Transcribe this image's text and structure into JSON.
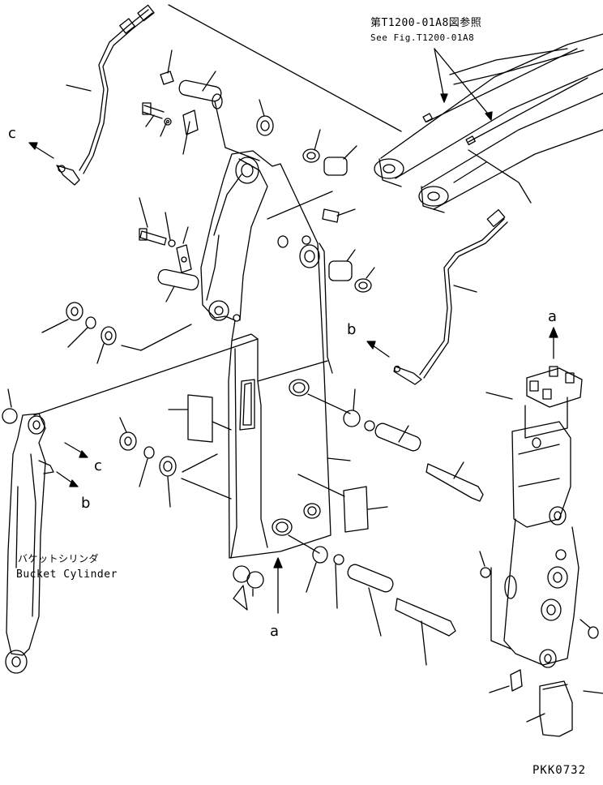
{
  "reference": {
    "japanese": "第T1200-01A8図参照",
    "english": "See Fig.T1200-01A8"
  },
  "cylinder_label": {
    "japanese": "バケットシリンダ",
    "english": "Bucket Cylinder"
  },
  "view_markers": {
    "c_left": "c",
    "b_mid": "b",
    "a_top": "a",
    "c_cyl": "c",
    "b_cyl": "b",
    "a_bottom": "a"
  },
  "drawing_code": "PKK0732",
  "colors": {
    "line": "#000000",
    "background": "#ffffff"
  }
}
